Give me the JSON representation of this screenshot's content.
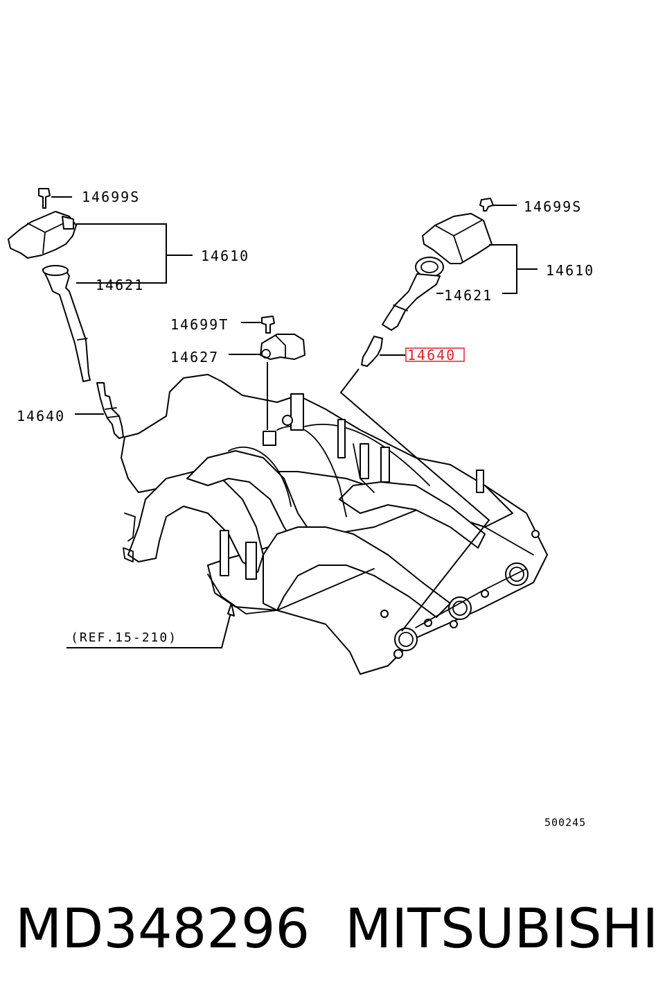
{
  "callouts": {
    "left_bolt": "14699S",
    "left_coil": "14610",
    "left_boot": "14621",
    "left_plug": "14640",
    "right_bolt": "14699S",
    "right_coil": "14610",
    "right_boot": "14621",
    "right_plug": "14640",
    "sensor_bolt": "14699T",
    "sensor": "14627",
    "reference": "(REF.15-210)"
  },
  "diagram_code": "500245",
  "caption": {
    "part_number": "MD348296",
    "brand": "MITSUBISHI"
  },
  "highlight_color": "#e0202a"
}
